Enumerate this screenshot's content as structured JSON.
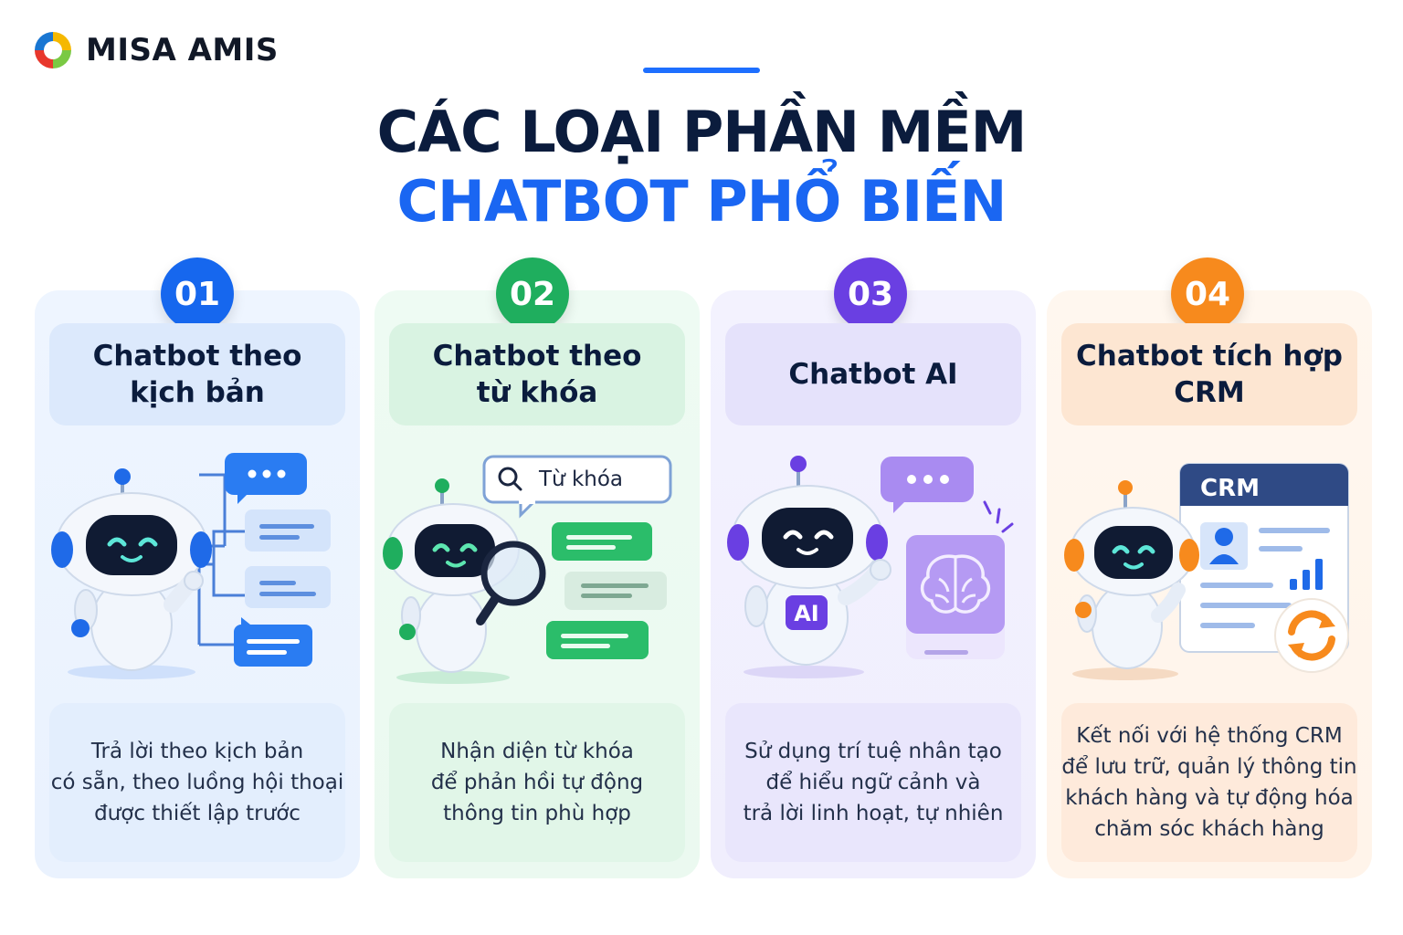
{
  "brand": {
    "name": "MISA AMIS"
  },
  "title": {
    "line1": "CÁC LOẠI PHẦN MỀM",
    "line2": "CHATBOT PHỔ BIẾN"
  },
  "colors": {
    "dark": "#0b1c3d",
    "blue": "#1a66f2",
    "green": "#1fae5e",
    "purple": "#6a3fe2",
    "orange": "#f78a1d"
  },
  "cards": [
    {
      "number": "01",
      "title": "Chatbot theo\nkịch bản",
      "description": "Trả lời theo kịch bản\ncó sẵn, theo luồng hội thoại\nđược thiết lập trước"
    },
    {
      "number": "02",
      "title": "Chatbot theo\ntừ khóa",
      "description": "Nhận diện từ khóa\nđể phản hồi tự động\nthông tin phù hợp",
      "search_text": "Từ khóa"
    },
    {
      "number": "03",
      "title": "Chatbot AI",
      "description": "Sử dụng trí tuệ nhân tạo\nđể hiểu ngữ cảnh và\ntrả lời linh hoạt, tự nhiên",
      "robot_badge": "AI"
    },
    {
      "number": "04",
      "title": "Chatbot tích hợp\nCRM",
      "description": "Kết nối với hệ thống CRM\nđể lưu trữ, quản lý thông tin\nkhách hàng và tự động hóa\nchăm sóc khách hàng",
      "panel_title": "CRM"
    }
  ]
}
